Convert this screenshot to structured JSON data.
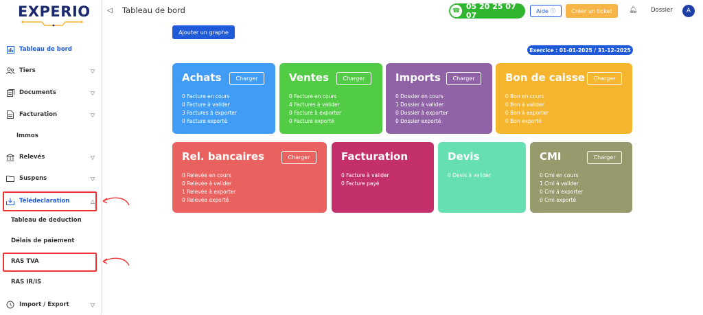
{
  "logo": {
    "text": "EXPERIO"
  },
  "sidebar": {
    "items": [
      {
        "label": "Tableau de bord",
        "icon": "chart-icon",
        "chevron": false,
        "active": true
      },
      {
        "label": "Tiers",
        "icon": "users-icon",
        "chevron": true
      },
      {
        "label": "Documents",
        "icon": "documents-icon",
        "chevron": true
      },
      {
        "label": "Facturation",
        "icon": "invoice-icon",
        "chevron": true
      },
      {
        "label": "Immos",
        "icon": "",
        "chevron": false
      },
      {
        "label": "Relevés",
        "icon": "bank-icon",
        "chevron": true
      },
      {
        "label": "Suspens",
        "icon": "folder-icon",
        "chevron": true
      },
      {
        "label": "Télédeclaration",
        "icon": "download-icon",
        "chevron": true,
        "active": true,
        "expanded": true
      },
      {
        "label": "Tableau de deduction",
        "icon": "",
        "chevron": false,
        "sub": true
      },
      {
        "label": "Délais de paiement",
        "icon": "",
        "chevron": false,
        "sub": true
      },
      {
        "label": "RAS TVA",
        "icon": "",
        "chevron": false,
        "sub": true
      },
      {
        "label": "RAS IR/IS",
        "icon": "",
        "chevron": false,
        "sub": true
      },
      {
        "label": "Import / Export",
        "icon": "history-icon",
        "chevron": true
      }
    ]
  },
  "topbar": {
    "title": "Tableau de bord",
    "phone": "05 20 25 07 07",
    "aide": "Aide",
    "ticket": "Créer un ticket",
    "dossier": "Dossier",
    "avatar": "A"
  },
  "main": {
    "add_graph": "Ajouter un graphe",
    "exercice": "Exercice : 01-01-2025 / 31-12-2025",
    "charger_label": "Charger",
    "cards": [
      {
        "title": "Achats",
        "color": "#409cf5",
        "charger": true,
        "lines": [
          "0 Facture en cours",
          "0 Facture à valider",
          "3 Factures à exporter",
          "0 Facture exporté"
        ]
      },
      {
        "title": "Ventes",
        "color": "#52cc45",
        "charger": true,
        "lines": [
          "0 Facture en cours",
          "4 Factures à valider",
          "0 Facture à exporter",
          "0 Facture exporté"
        ]
      },
      {
        "title": "Imports",
        "color": "#8f63a6",
        "charger": true,
        "lines": [
          "0 Dossier en cours",
          "1 Dossier à valider",
          "0 Dossier à exporter",
          "0 Dossier exporté"
        ]
      },
      {
        "title": "Bon de caisse",
        "color": "#f6b52e",
        "charger": true,
        "lines": [
          "0 Bon en cours",
          "0 Bon à valider",
          "0 Bon à exporter",
          "0 Bon exporté"
        ]
      },
      {
        "title": "Rel. bancaires",
        "color": "#e9625f",
        "charger": true,
        "lines": [
          "0 Relevée en cours",
          "0 Relevée à valider",
          "1 Relevée à exporter",
          "0 Relevée exporté"
        ]
      },
      {
        "title": "Facturation",
        "color": "#c4306b",
        "charger": false,
        "lines": [
          "0 Facture à valider",
          "0 Facture payé"
        ]
      },
      {
        "title": "Devis",
        "color": "#66dfb2",
        "charger": false,
        "lines": [
          "0 Devis à valider"
        ]
      },
      {
        "title": "CMI",
        "color": "#979a6d",
        "charger": true,
        "lines": [
          "0 Cmi en cours",
          "1 Cmi à valider",
          "0 Cmi à exporter",
          "0 Cmi exporté"
        ]
      }
    ]
  }
}
